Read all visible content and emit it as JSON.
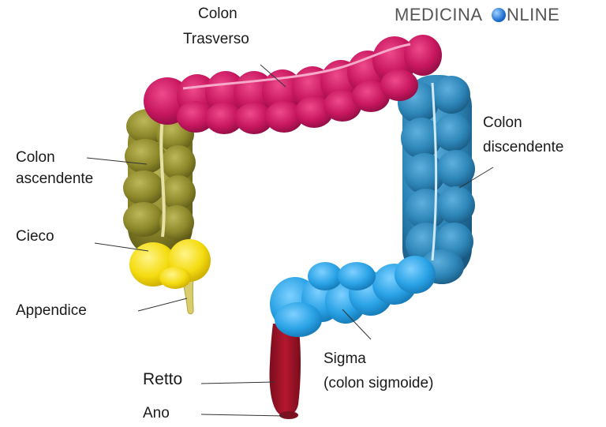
{
  "brand": {
    "left": "MEDICINA ",
    "right": "NLINE",
    "globe_icon": "globe-icon"
  },
  "labels": {
    "colon_trasverso_1": "Colon",
    "colon_trasverso_2": "Trasverso",
    "colon_discendente_1": "Colon",
    "colon_discendente_2": "discendente",
    "colon_ascendente_1": "Colon",
    "colon_ascendente_2": "ascendente",
    "cieco": "Cieco",
    "appendice": "Appendice",
    "sigma_1": "Sigma",
    "sigma_2": "(colon sigmoide)",
    "retto": "Retto",
    "ano": "Ano"
  },
  "colors": {
    "transverse": "#c8175f",
    "descending": "#2d86b8",
    "sigmoid": "#2aa3e6",
    "ascending": "#8e8a2c",
    "cecum": "#f4dc10",
    "rectum": "#a5142b"
  }
}
